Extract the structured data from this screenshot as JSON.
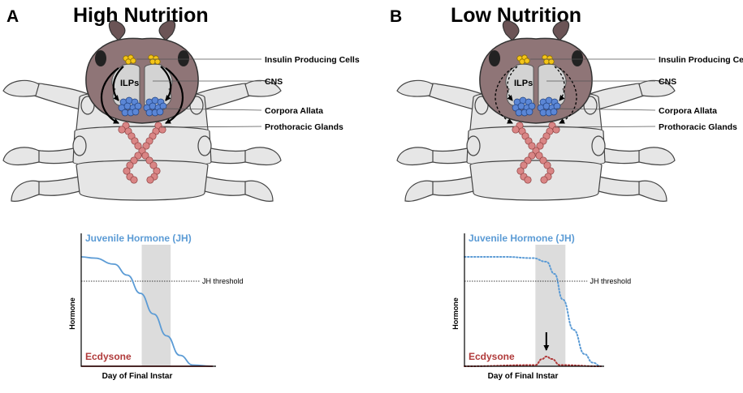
{
  "panels": [
    {
      "letter": "A",
      "title": "High Nutrition",
      "brain_label": "ILPs",
      "labels": [
        "Insulin Producing Cells",
        "CNS",
        "Corpora Allata",
        "Prothoracic Glands"
      ],
      "arrow_style": "solid",
      "chart": {
        "jh_label": "Juvenile Hormone (JH)",
        "ecd_label": "Ecdysone",
        "threshold_label": "JH threshold",
        "ylabel": "Hormone",
        "xlabel": "Day of Final Instar"
      }
    },
    {
      "letter": "B",
      "title": "Low Nutrition",
      "brain_label": "ILPs",
      "labels": [
        "Insulin Producing Cells",
        "CNS",
        "Corpora Allata",
        "Prothoracic Glands"
      ],
      "arrow_style": "dashed",
      "chart": {
        "jh_label": "Juvenile Hormone (JH)",
        "ecd_label": "Ecdysone",
        "threshold_label": "JH threshold",
        "ylabel": "Hormone",
        "xlabel": "Day of Final Instar"
      }
    }
  ],
  "chart_data": [
    {
      "type": "line",
      "xlabel": "Day of Final Instar",
      "ylabel": "Hormone",
      "series": [
        {
          "name": "Juvenile Hormone (JH)",
          "style": "solid",
          "color": "#5b9bd5",
          "x": [
            0,
            0.1,
            0.25,
            0.35,
            0.45,
            0.55,
            0.65,
            0.75,
            0.85,
            1.0
          ],
          "y": [
            0.9,
            0.89,
            0.84,
            0.75,
            0.6,
            0.43,
            0.25,
            0.09,
            0.01,
            0.0
          ]
        },
        {
          "name": "Ecdysone",
          "style": "solid",
          "color": "#b03a3a",
          "x": [
            0,
            1.0
          ],
          "y": [
            0.0,
            0.0
          ]
        }
      ],
      "threshold": {
        "label": "JH threshold",
        "y": 0.7
      },
      "highlight_x": [
        0.46,
        0.68
      ]
    },
    {
      "type": "line",
      "xlabel": "Day of Final Instar",
      "ylabel": "Hormone",
      "series": [
        {
          "name": "Juvenile Hormone (JH)",
          "style": "dotted",
          "color": "#5b9bd5",
          "x": [
            0,
            0.3,
            0.5,
            0.6,
            0.66,
            0.72,
            0.8,
            0.88,
            0.94,
            1.0
          ],
          "y": [
            0.9,
            0.9,
            0.89,
            0.86,
            0.76,
            0.55,
            0.3,
            0.1,
            0.03,
            0.0
          ]
        },
        {
          "name": "Ecdysone",
          "style": "dotted",
          "color": "#b03a3a",
          "x": [
            0,
            0.52,
            0.57,
            0.6,
            0.64,
            0.7,
            1.0
          ],
          "y": [
            0.0,
            0.01,
            0.06,
            0.08,
            0.06,
            0.01,
            0.0
          ]
        }
      ],
      "threshold": {
        "label": "JH threshold",
        "y": 0.7
      },
      "highlight_x": [
        0.52,
        0.74
      ],
      "annotation": "arrow pointing to ecdysone peak"
    }
  ]
}
